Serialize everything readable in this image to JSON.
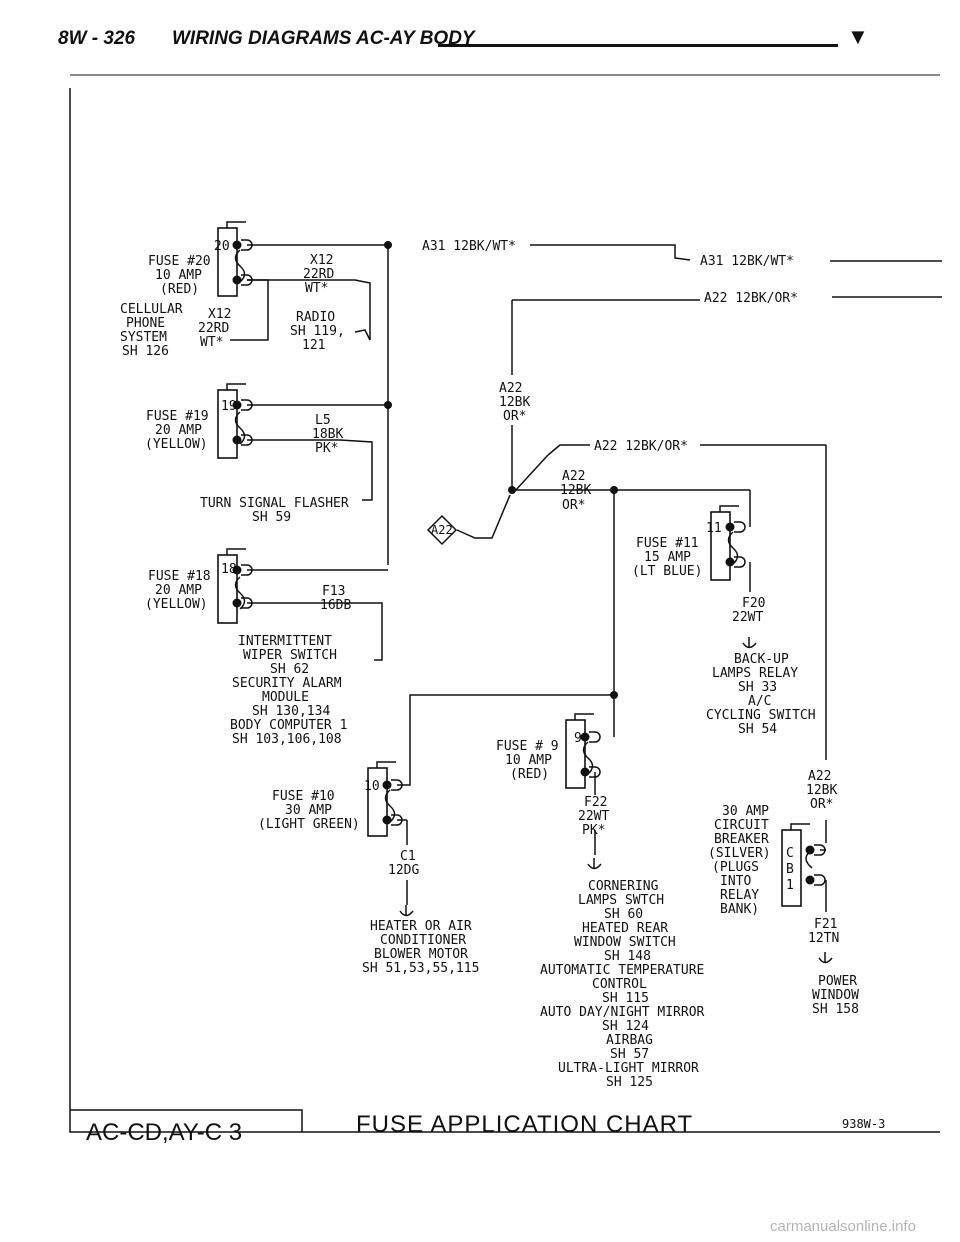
{
  "header": {
    "page_number": "8W - 326",
    "title": "WIRING DIAGRAMS AC-AY BODY",
    "marker": "▼"
  },
  "fuses": {
    "f20": {
      "name": "FUSE #20",
      "rating": "10 AMP",
      "color": "(RED)",
      "pin": "20"
    },
    "f19": {
      "name": "FUSE #19",
      "rating": "20 AMP",
      "color": "(YELLOW)",
      "pin": "19"
    },
    "f18": {
      "name": "FUSE #18",
      "rating": "20 AMP",
      "color": "(YELLOW)",
      "pin": "18"
    },
    "f11": {
      "name": "FUSE #11",
      "rating": "15 AMP",
      "color": "(LT BLUE)",
      "pin": "11"
    },
    "f10": {
      "name": "FUSE #10",
      "rating": "30 AMP",
      "color": "(LIGHT GREEN)",
      "pin": "10"
    },
    "f9": {
      "name": "FUSE # 9",
      "rating": "10 AMP",
      "color": "(RED)",
      "pin": "9"
    },
    "cb": {
      "l1": "30 AMP",
      "l2": "CIRCUIT",
      "l3": "BREAKER",
      "l4": "(SILVER)",
      "l5": "(PLUGS",
      "l6": "INTO",
      "l7": "RELAY",
      "l8": "BANK)",
      "pin1": "C",
      "pin2": "B",
      "pin3": "1"
    }
  },
  "wires": {
    "a31_1": "A31 12BK/WT*",
    "a31_2": "A31 12BK/WT*",
    "a22_top": "A22 12BK/OR*",
    "a22_v1": "A22",
    "a22_v2": "12BK",
    "a22_v3": "OR*",
    "a22_mid": "A22 12BK/OR*",
    "a22_s1": "A22",
    "a22_s2": "12BK",
    "a22_s3": "OR*",
    "a22_r1": "A22",
    "a22_r2": "12BK",
    "a22_r3": "OR*",
    "splice": "A22",
    "x12a_1": "X12",
    "x12a_2": "22RD",
    "x12a_3": "WT*",
    "x12b_1": "X12",
    "x12b_2": "22RD",
    "x12b_3": "WT*",
    "l5_1": "L5",
    "l5_2": "18BK",
    "l5_3": "PK*",
    "f13_1": "F13",
    "f13_2": "16DB",
    "f20_1": "F20",
    "f20_2": "22WT",
    "c1_1": "C1",
    "c1_2": "12DG",
    "f22_1": "F22",
    "f22_2": "22WT",
    "f22_3": "PK*",
    "f21_1": "F21",
    "f21_2": "12TN"
  },
  "loads": {
    "cell_1": "CELLULAR",
    "cell_2": "PHONE",
    "cell_3": "SYSTEM",
    "cell_4": "SH 126",
    "radio_1": "RADIO",
    "radio_2": "SH 119,",
    "radio_3": "121",
    "turn_1": "TURN SIGNAL FLASHER",
    "turn_2": "SH 59",
    "wiper_1": "INTERMITTENT",
    "wiper_2": "WIPER SWITCH",
    "wiper_3": "SH 62",
    "sec_1": "SECURITY ALARM",
    "sec_2": "MODULE",
    "sec_3": "SH 130,134",
    "bc_1": "BODY COMPUTER 1",
    "bc_2": "SH 103,106,108",
    "backup_1": "BACK-UP",
    "backup_2": "LAMPS RELAY",
    "backup_3": "SH 33",
    "ac_1": "A/C",
    "ac_2": "CYCLING SWITCH",
    "ac_3": "SH 54",
    "heater_1": "HEATER OR AIR",
    "heater_2": "CONDITIONER",
    "heater_3": "BLOWER MOTOR",
    "heater_4": "SH 51,53,55,115",
    "corner_1": "CORNERING",
    "corner_2": "LAMPS SWTCH",
    "corner_3": "SH 60",
    "rear_1": "HEATED REAR",
    "rear_2": "WINDOW SWITCH",
    "rear_3": "SH 148",
    "auto_1": "AUTOMATIC TEMPERATURE",
    "auto_2": "CONTROL",
    "auto_3": "SH 115",
    "day_1": "AUTO DAY/NIGHT MIRROR",
    "day_2": "SH 124",
    "air_1": "AIRBAG",
    "air_2": "SH 57",
    "ultra_1": "ULTRA-LIGHT MIRROR",
    "ultra_2": "SH 125",
    "pw_1": "POWER",
    "pw_2": "WINDOW",
    "pw_3": "SH 158"
  },
  "footer": {
    "code": "AC-CD,AY-C 3",
    "title": "FUSE APPLICATION CHART",
    "ref": "938W-3"
  },
  "watermark": "carmanualsonline.info"
}
